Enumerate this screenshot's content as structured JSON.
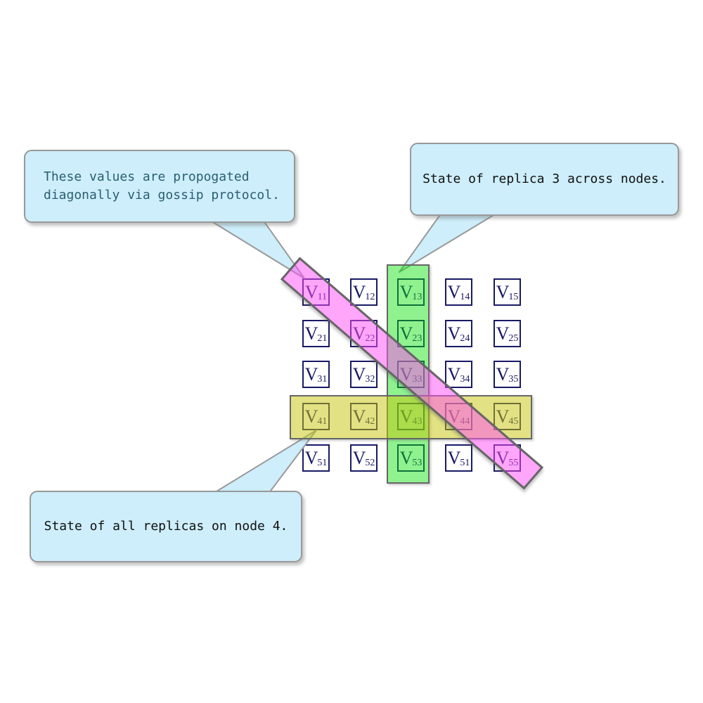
{
  "diagram": {
    "subject": "replicated values matrix with gossip propagation",
    "colors": {
      "cell_border": "#191966",
      "callout_fill": "#cdeefa",
      "callout_border": "#999999",
      "green_highlight": "#90ee90",
      "yellow_highlight": "#e3e385",
      "magenta_band": "#f9a8f5",
      "overlay_border": "#666666",
      "gossip_text": "#2b5e70",
      "callout_text": "#101010"
    }
  },
  "callouts": {
    "gossip": {
      "line1": "These values are propogated",
      "line2": "diagonally via gossip protocol.",
      "points_to": "diagonal band at V11"
    },
    "replica": {
      "line1": "State of replica 3 across nodes.",
      "points_to": "green column 3"
    },
    "node": {
      "line1": "State of all replicas on node 4.",
      "points_to": "yellow row 4 at V41"
    }
  },
  "grid": {
    "rows": 5,
    "cols": 5,
    "base": "V",
    "cells": [
      [
        "11",
        "12",
        "13",
        "14",
        "15"
      ],
      [
        "21",
        "22",
        "23",
        "24",
        "25"
      ],
      [
        "31",
        "32",
        "33",
        "34",
        "35"
      ],
      [
        "41",
        "42",
        "43",
        "44",
        "45"
      ],
      [
        "51",
        "52",
        "53",
        "51",
        "55"
      ]
    ],
    "highlights": {
      "green_column": 3,
      "yellow_row": 4,
      "band": "diagonal V11 to V55"
    }
  }
}
